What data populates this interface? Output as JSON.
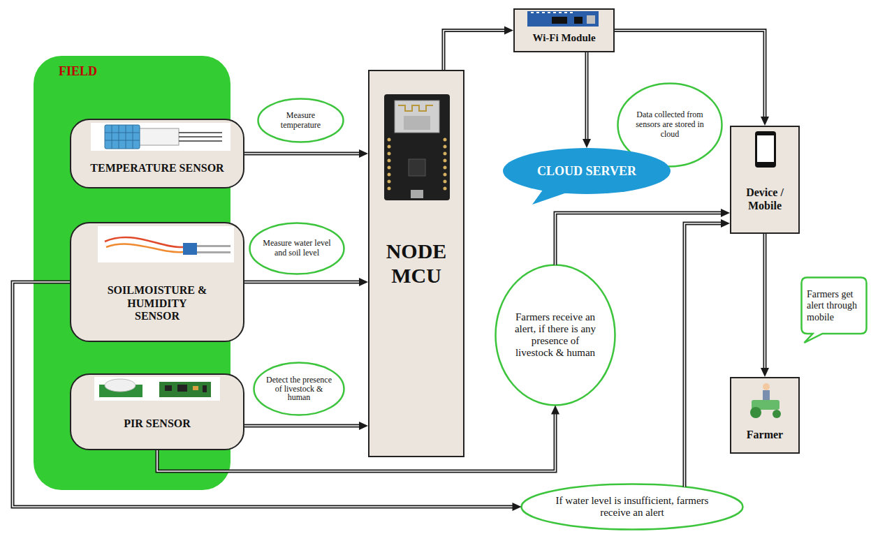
{
  "diagram": {
    "nodes": [
      {
        "text": [
          "FIELD"
        ]
      },
      {
        "text": [
          "TEMPERATURE SENSOR"
        ],
        "in": 0
      },
      {
        "text": [
          "SOILMOISTURE & HUMIDITY SENSOR"
        ],
        "in": 0
      },
      {
        "text": [
          "PIR SENSOR"
        ],
        "in": 0
      },
      {
        "text": [
          "Measure temperature"
        ]
      },
      {
        "text": [
          "Measure water level and soil level"
        ]
      },
      {
        "text": [
          "Detect the presence of livestock & human"
        ]
      },
      {
        "text": [
          "NODE MCU"
        ]
      },
      {
        "text": [
          "Wi-Fi Module"
        ]
      },
      {
        "text": [
          "Data collected from sensors are stored in cloud"
        ]
      },
      {
        "text": [
          "CLOUD SERVER"
        ]
      },
      {
        "text": [
          "Farmers receive an alert, if there is any presence of livestock & human"
        ]
      },
      {
        "text": [
          "Device / Mobile"
        ]
      },
      {
        "text": [
          "Farmers get alert through mobile"
        ]
      },
      {
        "text": [
          "Farmer"
        ]
      },
      {
        "text": [
          "If water level is insufficient, farmers receive an alert"
        ]
      }
    ],
    "edges": [
      {
        "from": 1,
        "to": 7,
        "arrow": "to"
      },
      {
        "from": 2,
        "to": 7,
        "arrow": "to"
      },
      {
        "from": 3,
        "to": 7,
        "arrow": "to"
      },
      {
        "from": 7,
        "to": 8,
        "arrow": "to"
      },
      {
        "from": 8,
        "to": 10,
        "arrow": "to"
      },
      {
        "from": 8,
        "to": 12,
        "arrow": "to"
      },
      {
        "from": 12,
        "to": 14,
        "arrow": "to"
      },
      {
        "from": 3,
        "to": 11,
        "arrow": "to"
      },
      {
        "from": 11,
        "to": 12,
        "arrow": "to"
      },
      {
        "from": 2,
        "to": 15,
        "arrow": "to"
      },
      {
        "from": 15,
        "to": 12,
        "arrow": "to"
      }
    ]
  }
}
